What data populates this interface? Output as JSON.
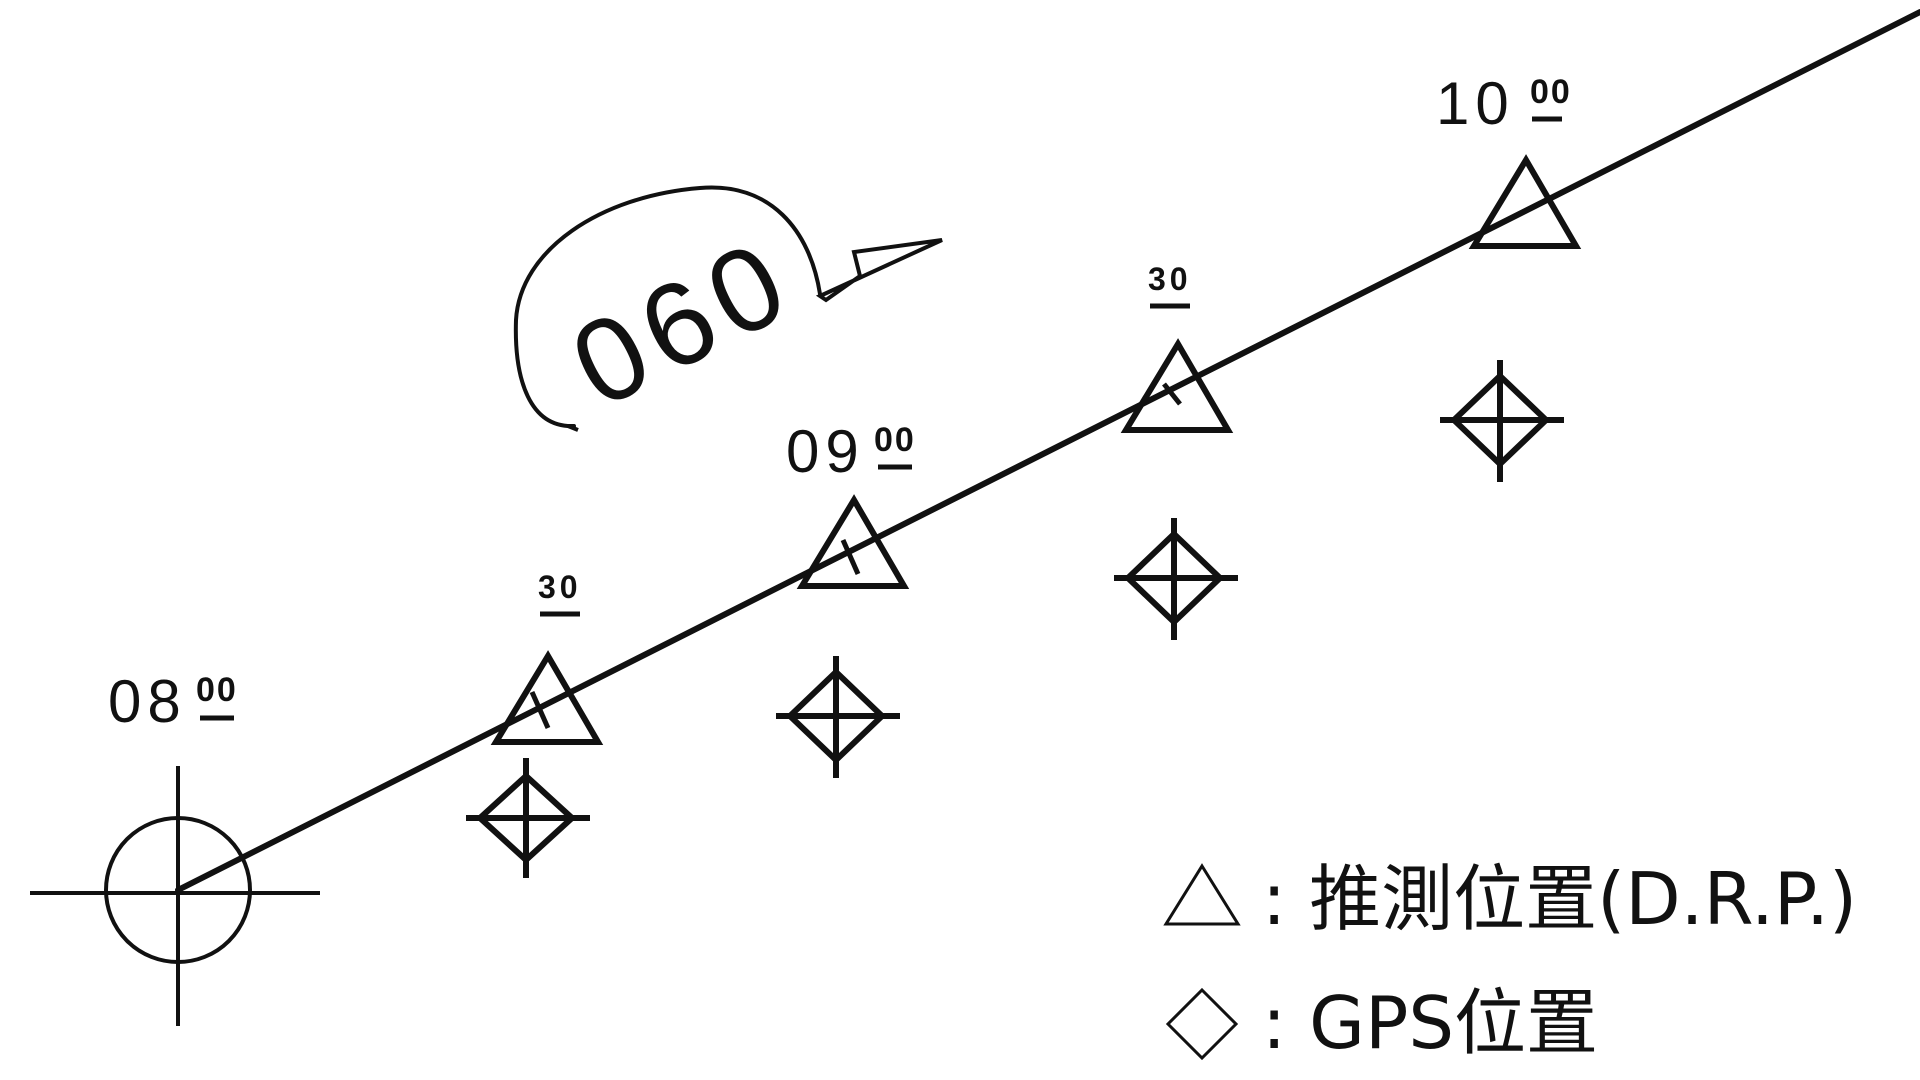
{
  "diagram": {
    "times": {
      "t0800": {
        "hour": "08",
        "minutes": "00"
      },
      "t0830": {
        "minutes": "30"
      },
      "t0900": {
        "hour": "09",
        "minutes": "00"
      },
      "t0930": {
        "minutes": "30"
      },
      "t1000": {
        "hour": "10",
        "minutes": "00"
      }
    },
    "course": "060",
    "legend": {
      "drp": ": 推測位置(D.R.P.)",
      "gps": ": GPS位置"
    },
    "colors": {
      "ink": "#111111",
      "background": "#ffffff"
    },
    "icons": {
      "start_fix": "circle-crosshair-icon",
      "drp": "triangle-icon",
      "gps": "diamond-crosshair-icon",
      "course_arrow": "course-arrow-icon"
    }
  }
}
